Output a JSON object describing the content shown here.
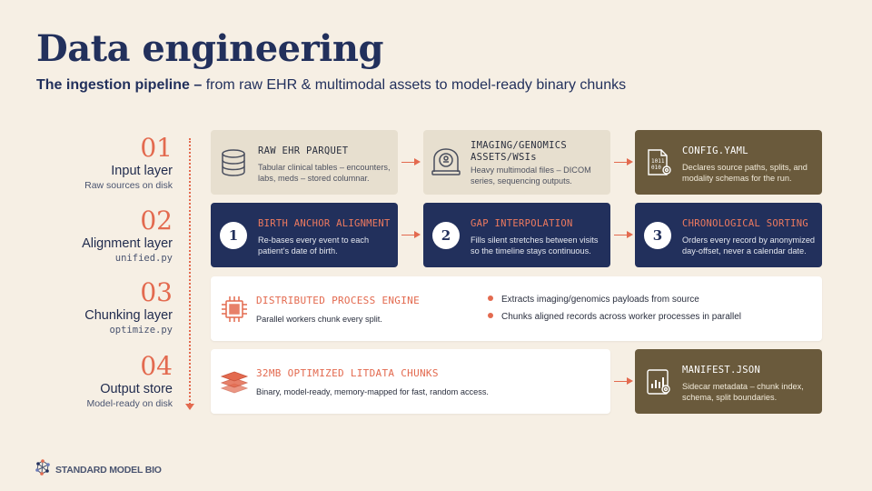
{
  "title": "Data engineering",
  "subtitle": {
    "bold": "The ingestion pipeline –",
    "rest": " from raw EHR & multimodal assets to model-ready binary chunks"
  },
  "layers": [
    {
      "num": "01",
      "name": "Input layer",
      "sub": "Raw sources on disk"
    },
    {
      "num": "02",
      "name": "Alignment layer",
      "sub": "unified.py"
    },
    {
      "num": "03",
      "name": "Chunking layer",
      "sub": "optimize.py"
    },
    {
      "num": "04",
      "name": "Output store",
      "sub": "Model-ready on disk"
    }
  ],
  "input": [
    {
      "title": "RAW EHR PARQUET",
      "icon": "database-icon",
      "desc": "Tabular clinical tables – encounters, labs, meds – stored columnar."
    },
    {
      "title": "IMAGING/GENOMICS ASSETS/WSIs",
      "icon": "scanner-icon",
      "desc": "Heavy multimodal files – DICOM series, sequencing outputs."
    },
    {
      "title": "CONFIG.YAML",
      "icon": "config-file-icon",
      "desc": "Declares source paths, splits, and modality schemas for the run."
    }
  ],
  "alignment": [
    {
      "step": "1",
      "title": "BIRTH ANCHOR ALIGNMENT",
      "desc": "Re-bases every event to each patient’s date of birth."
    },
    {
      "step": "2",
      "title": "GAP INTERPOLATION",
      "desc": "Fills silent stretches between visits so the timeline stays continuous."
    },
    {
      "step": "3",
      "title": "CHRONOLOGICAL SORTING",
      "desc": "Orders every record by anonymized day-offset, never a calendar date."
    }
  ],
  "chunking": {
    "title": "DISTRIBUTED PROCESS ENGINE",
    "icon": "processor-chip-icon",
    "desc": "Parallel workers chunk every split.",
    "bullets": [
      "Extracts imaging/genomics payloads from source",
      "Chunks aligned records across worker processes in parallel"
    ]
  },
  "output": {
    "chunks": {
      "title": "32MB OPTIMIZED LITDATA CHUNKS",
      "icon": "layers-icon",
      "desc": "Binary, model-ready, memory-mapped for fast, random access."
    },
    "manifest": {
      "title": "MANIFEST.JSON",
      "icon": "manifest-chart-icon",
      "desc": "Sidecar metadata – chunk index, schema, split boundaries."
    }
  },
  "brand": {
    "name": "STANDARD MODEL BIO",
    "icon": "molecule-logo-icon"
  },
  "colors": {
    "accent": "#e36a4f",
    "navy": "#22305c",
    "olive": "#6a5a3c",
    "beige": "#e7dfcf",
    "background": "#f6efe4"
  }
}
